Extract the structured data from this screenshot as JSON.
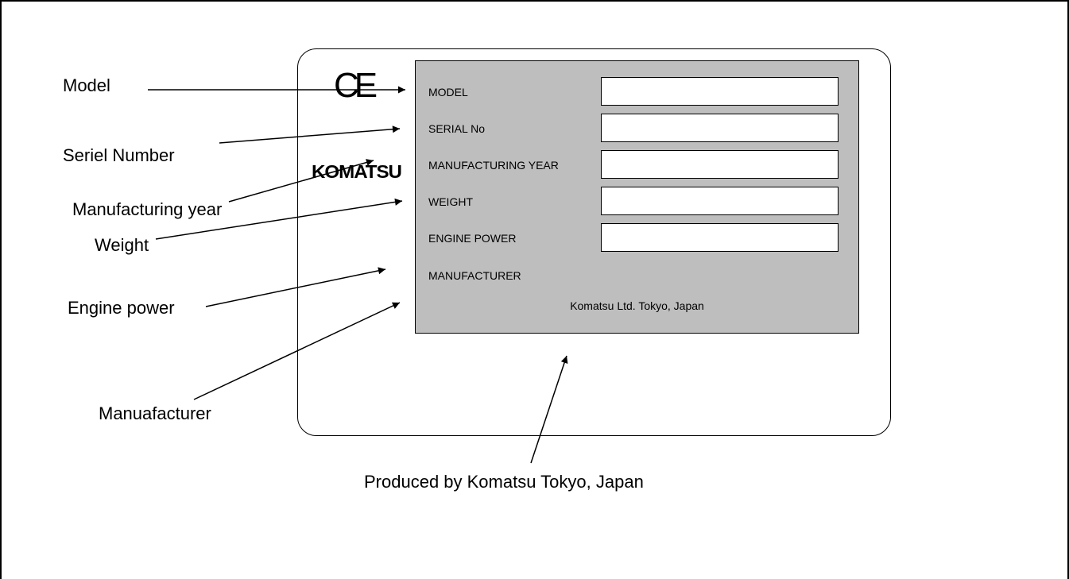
{
  "callouts": {
    "model": "Model",
    "serial": "Seriel Number",
    "year": "Manufacturing year",
    "weight": "Weight",
    "engine": "Engine power",
    "manufacturer": "Manuafacturer",
    "produced": "Produced by Komatsu Tokyo, Japan"
  },
  "plate": {
    "ce_mark": "CE",
    "brand": "KOMATSU",
    "fields": [
      {
        "label": "MODEL"
      },
      {
        "label": "SERIAL No"
      },
      {
        "label": "MANUFACTURING YEAR"
      },
      {
        "label": "WEIGHT"
      },
      {
        "label": "ENGINE POWER"
      }
    ],
    "manufacturer_label": "MANUFACTURER",
    "manufacturer_name": "Komatsu Ltd. Tokyo, Japan",
    "panel_color": "#bebebe"
  }
}
